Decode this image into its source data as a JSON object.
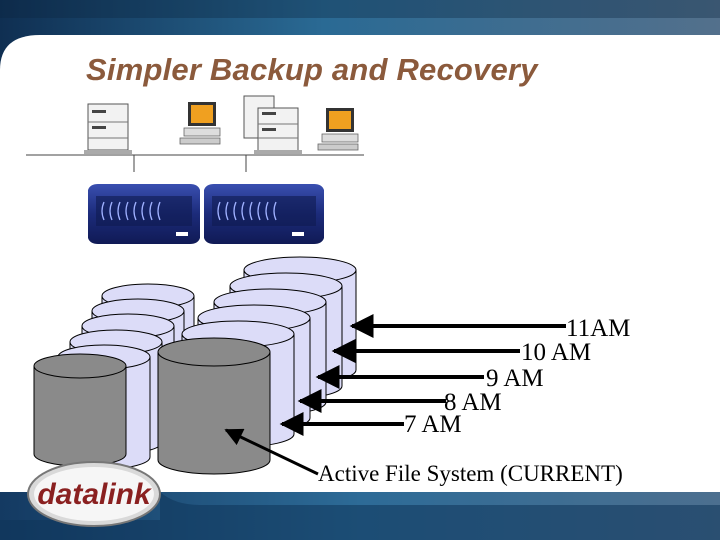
{
  "slide": {
    "title": "Simpler Backup and Recovery",
    "title_color": "#8B5A3C",
    "logo_text": "datalink"
  },
  "snapshots": [
    {
      "label": "11AM"
    },
    {
      "label": "10 AM"
    },
    {
      "label": "9 AM"
    },
    {
      "label": "8 AM"
    },
    {
      "label": "7 AM"
    }
  ],
  "active_fs_label": "Active File System (CURRENT)",
  "colors": {
    "snapshot_fill": "#dcdcf8",
    "active_fill": "#8a8a8a",
    "storage_unit": "#1c2b7a",
    "header_blue": "#1e4c7a"
  },
  "icons": [
    "server-icon",
    "workstation-icon",
    "storage-array-icon",
    "disk-cylinder-icon"
  ]
}
